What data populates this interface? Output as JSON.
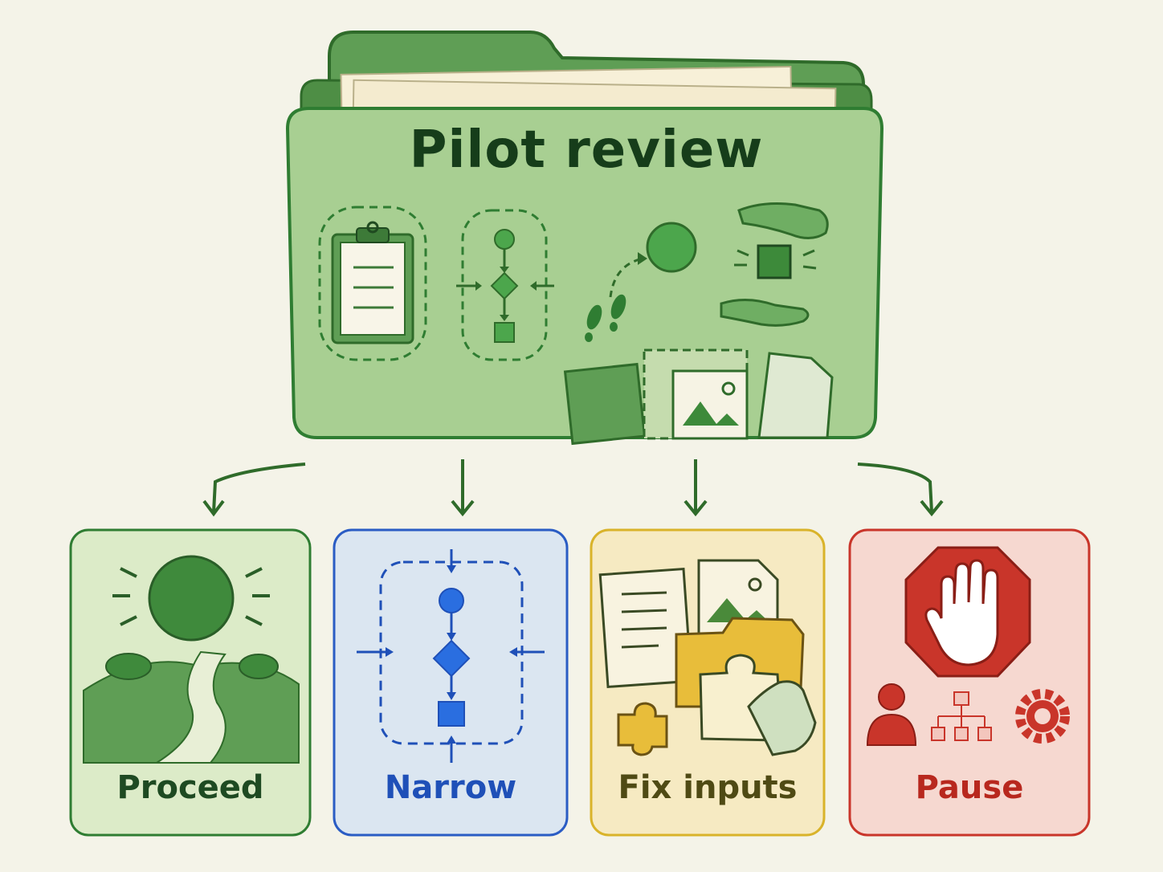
{
  "folder": {
    "title": "Pilot review",
    "icons": [
      "clipboard-icon",
      "flow-diagram-icon",
      "footsteps-icon",
      "hands-holding-block-icon",
      "documents-icon"
    ]
  },
  "outcomes": [
    {
      "label": "Proceed",
      "icon": "sun-path-icon",
      "color": "#2f7d32"
    },
    {
      "label": "Narrow",
      "icon": "narrow-flow-icon",
      "color": "#2a5cc4"
    },
    {
      "label": "Fix inputs",
      "icon": "puzzle-files-icon",
      "color": "#d9b32a"
    },
    {
      "label": "Pause",
      "icon": "stop-hand-icon",
      "color": "#c9352a"
    }
  ]
}
